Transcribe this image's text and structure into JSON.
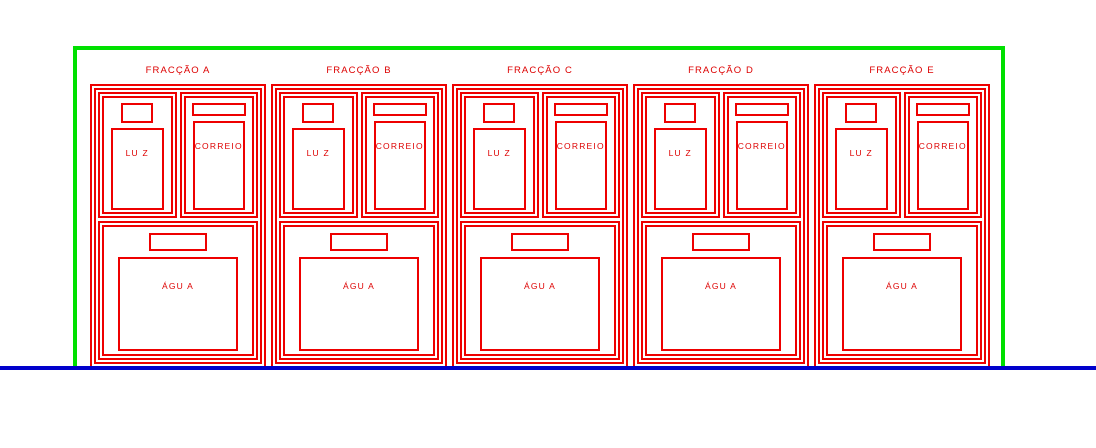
{
  "drawing": {
    "title": "Elevacao de armarios de contadores",
    "colors": {
      "outline_red": "#ee0000",
      "plot_green": "#00e000",
      "ground_blue": "#0000cc"
    }
  },
  "site": {
    "plot_outline_name": "plot-boundary",
    "ground_line_name": "ground-line"
  },
  "fractions": [
    {
      "label": "FRACÇÃO A",
      "meters": [
        {
          "label": "LU Z",
          "slot": "slot-square"
        },
        {
          "label": "CORREIO",
          "slot": "slot-wide"
        }
      ],
      "water": {
        "label": "ÁGU A",
        "slot": "slot-water"
      }
    },
    {
      "label": "FRACÇÃO B",
      "meters": [
        {
          "label": "LU Z",
          "slot": "slot-square"
        },
        {
          "label": "CORREIO",
          "slot": "slot-wide"
        }
      ],
      "water": {
        "label": "ÁGU A",
        "slot": "slot-water"
      }
    },
    {
      "label": "FRACÇÃO C",
      "meters": [
        {
          "label": "LU Z",
          "slot": "slot-square"
        },
        {
          "label": "CORREIO",
          "slot": "slot-wide"
        }
      ],
      "water": {
        "label": "ÁGU A",
        "slot": "slot-water"
      }
    },
    {
      "label": "FRACÇÃO D",
      "meters": [
        {
          "label": "LU Z",
          "slot": "slot-square"
        },
        {
          "label": "CORREIO",
          "slot": "slot-wide"
        }
      ],
      "water": {
        "label": "ÁGU A",
        "slot": "slot-water"
      }
    },
    {
      "label": "FRACÇÃO E",
      "meters": [
        {
          "label": "LU Z",
          "slot": "slot-square"
        },
        {
          "label": "CORREIO",
          "slot": "slot-wide"
        }
      ],
      "water": {
        "label": "ÁGU A",
        "slot": "slot-water"
      }
    }
  ]
}
